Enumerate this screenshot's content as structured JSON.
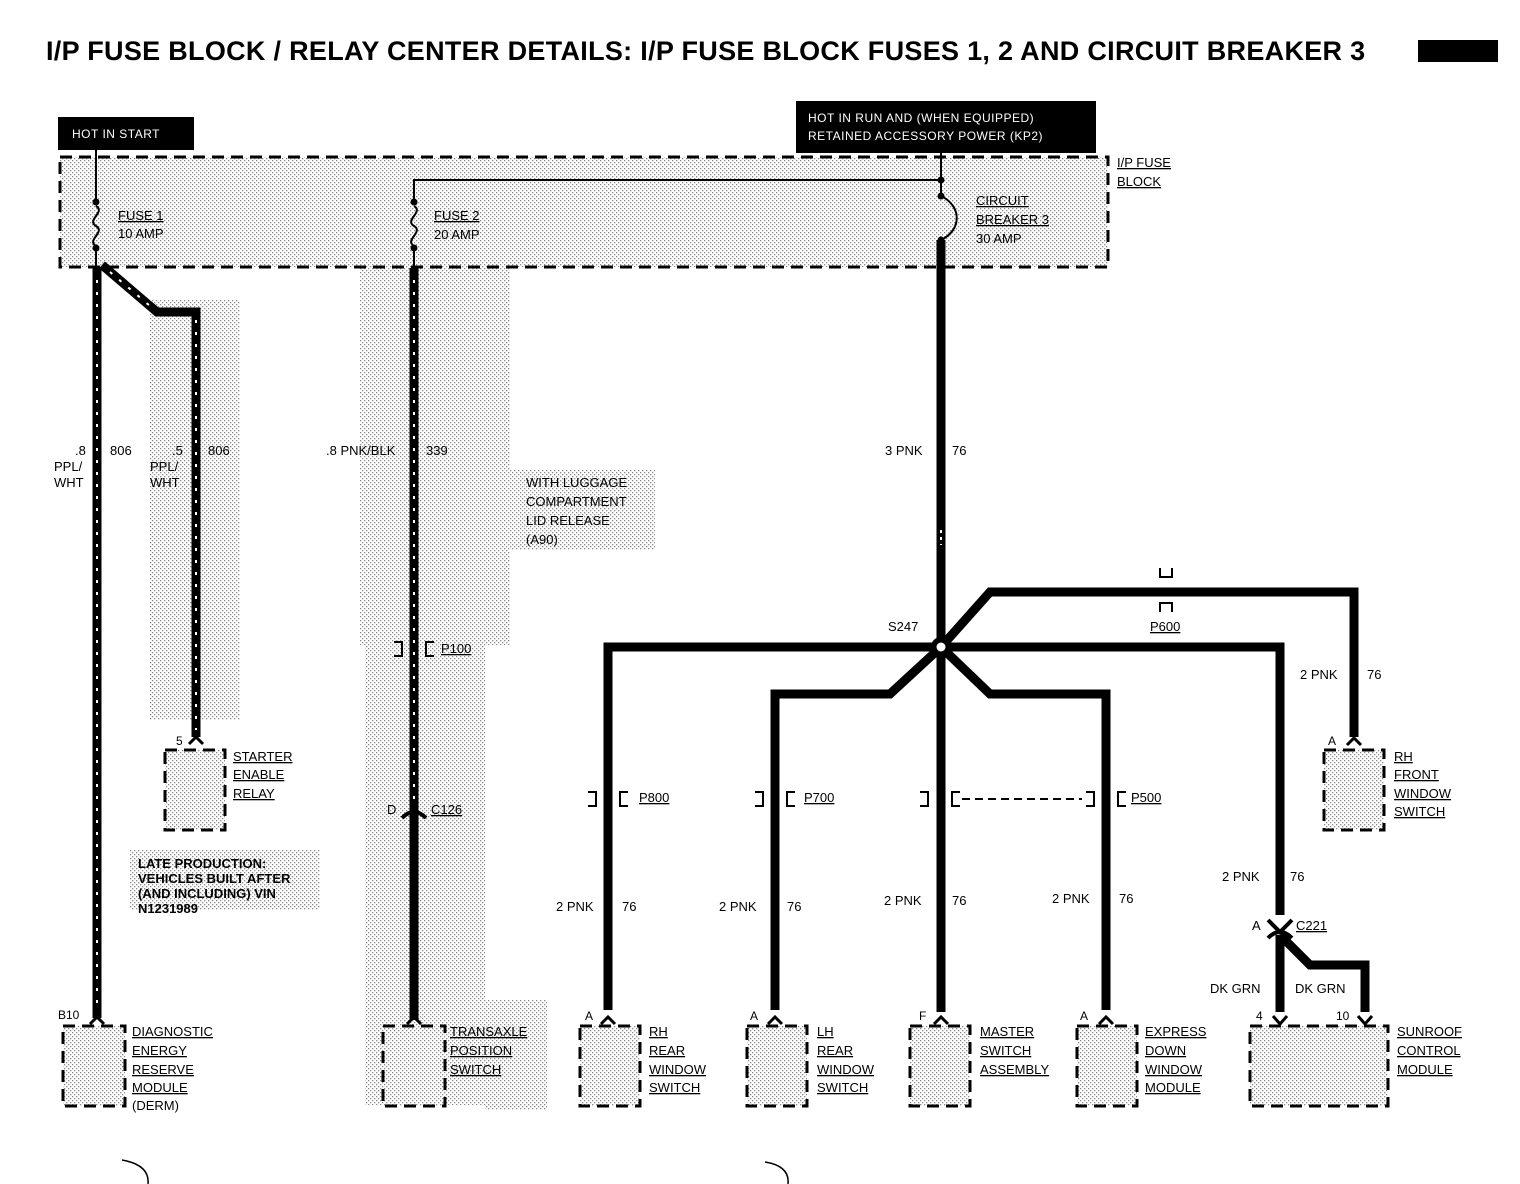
{
  "title": "I/P FUSE BLOCK / RELAY CENTER DETAILS: I/P FUSE BLOCK FUSES 1, 2 AND CIRCUIT BREAKER 3",
  "power_labels": {
    "hot_in_start": "HOT IN START",
    "hot_in_run_line1": "HOT IN RUN AND (WHEN EQUIPPED)",
    "hot_in_run_line2": "RETAINED ACCESSORY POWER (KP2)"
  },
  "fuse_block": {
    "label_line1": "I/P FUSE",
    "label_line2": "BLOCK",
    "fuse1_name": "FUSE 1",
    "fuse1_rating": "10 AMP",
    "fuse2_name": "FUSE 2",
    "fuse2_rating": "20 AMP",
    "cb3_line1": "CIRCUIT",
    "cb3_line2": "BREAKER 3",
    "cb3_rating": "30 AMP"
  },
  "wires": {
    "w1_gauge": ".8",
    "w1_color_line1": "PPL/",
    "w1_color_line2": "WHT",
    "w1_circuit": "806",
    "w2_gauge": ".5",
    "w2_color_line1": "PPL/",
    "w2_color_line2": "WHT",
    "w2_circuit": "806",
    "w3_spec": ".8 PNK/BLK",
    "w3_circuit": "339",
    "w4_spec": "3 PNK",
    "w4_circuit": "76",
    "branch_spec": "2 PNK",
    "branch_circuit": "76",
    "dkgrn": "DK GRN"
  },
  "notes": {
    "luggage_line1": "WITH LUGGAGE",
    "luggage_line2": "COMPARTMENT",
    "luggage_line3": "LID RELEASE",
    "luggage_line4": "(A90)",
    "late_line1": "LATE PRODUCTION:",
    "late_line2": "VEHICLES BUILT AFTER",
    "late_line3": "(AND INCLUDING) VIN",
    "late_line4": "N1231989"
  },
  "connectors": {
    "p100": "P100",
    "c126": "C126",
    "c126_pin": "D",
    "s247": "S247",
    "p600": "P600",
    "p800": "P800",
    "p700": "P700",
    "p500": "P500",
    "c221": "C221",
    "c221_pin": "A"
  },
  "components": {
    "starter_relay": {
      "pin": "5",
      "line1": "STARTER",
      "line2": "ENABLE",
      "line3": "RELAY"
    },
    "derm": {
      "pin": "B10",
      "line1": "DIAGNOSTIC",
      "line2": "ENERGY",
      "line3": "RESERVE",
      "line4": "MODULE",
      "line5": "(DERM)"
    },
    "transaxle": {
      "line1": "TRANSAXLE",
      "line2": "POSITION",
      "line3": "SWITCH"
    },
    "rh_rear": {
      "pin": "A",
      "line1": "RH",
      "line2": "REAR",
      "line3": "WINDOW",
      "line4": "SWITCH"
    },
    "lh_rear": {
      "pin": "A",
      "line1": "LH",
      "line2": "REAR",
      "line3": "WINDOW",
      "line4": "SWITCH"
    },
    "master": {
      "pin": "F",
      "line1": "MASTER",
      "line2": "SWITCH",
      "line3": "ASSEMBLY"
    },
    "express": {
      "pin": "A",
      "line1": "EXPRESS",
      "line2": "DOWN",
      "line3": "WINDOW",
      "line4": "MODULE"
    },
    "sunroof": {
      "pin1": "4",
      "pin2": "10",
      "line1": "SUNROOF",
      "line2": "CONTROL",
      "line3": "MODULE"
    },
    "rh_front": {
      "pin": "A",
      "line1": "RH",
      "line2": "FRONT",
      "line3": "WINDOW",
      "line4": "SWITCH"
    }
  }
}
